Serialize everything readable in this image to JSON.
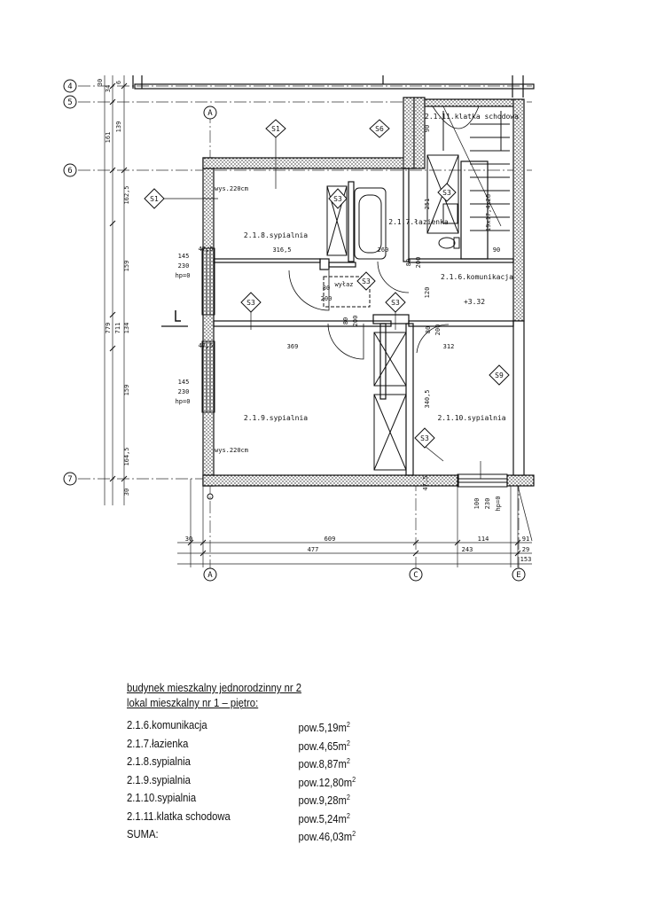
{
  "plan": {
    "axes": [
      "4",
      "5",
      "6",
      "7"
    ],
    "grid_bottom": [
      "A",
      "C",
      "E"
    ],
    "grid_top": "A",
    "rooms": {
      "r218": "2.1.8.sypialnia",
      "r217": "2.1.7.łazienka",
      "r216": "2.1.6.komunikacja",
      "r219": "2.1.9.sypialnia",
      "r2110": "2.1.10.sypialnia",
      "r2111": "2.1.11.klatka schodowa"
    },
    "symbols": {
      "s1": "S1",
      "s3": "S3",
      "s6": "S6",
      "s9": "S9"
    },
    "level": "+3.32",
    "notes": {
      "wys1": "wys.220cm",
      "wys2": "wys.220cm",
      "wylaz": "wyłaz",
      "stairs": "19x17,4x28",
      "win_a1": "145",
      "win_a2": "230",
      "win_a3": "hp=0",
      "win_b1": "145",
      "win_b2": "230",
      "win_b3": "hp=0",
      "win_c1": "100",
      "win_c2": "230",
      "win_c3": "hp=0"
    },
    "dims": {
      "d3165": "316,5",
      "d260": "260",
      "d90": "90",
      "d369": "369",
      "d312": "312",
      "d3405": "340,5",
      "d120": "120",
      "d251": "251",
      "d80a": "80",
      "d200a": "200",
      "d80b": "80",
      "d200b": "200",
      "d80c": "80",
      "d200c": "200",
      "d80d": "80",
      "d200d": "200",
      "d475a": "47,5",
      "d475b": "47,5",
      "d475c": "47,5",
      "l34": "34",
      "l6": "6",
      "l30a": "30",
      "l161": "161",
      "l1625": "162,5",
      "l159a": "159",
      "l134": "134",
      "l159b": "159",
      "l1645": "164,5",
      "l779": "779",
      "l711": "711",
      "l30b": "30",
      "l90": "90",
      "l139": "139",
      "b30": "30",
      "b609": "609",
      "b114": "114",
      "b91": "91",
      "b477": "477",
      "b243": "243",
      "b29": "29",
      "b153": "153"
    }
  },
  "legend": {
    "title1": "budynek mieszkalny jednorodzinny nr 2",
    "title2": "lokal mieszkalny nr 1 – piętro:",
    "rows": [
      {
        "name": "2.1.6.komunikacja",
        "area": "pow.5,19m",
        "sup": "2"
      },
      {
        "name": "2.1.7.łazienka",
        "area": "pow.4,65m",
        "sup": "2"
      },
      {
        "name": "2.1.8.sypialnia",
        "area": "pow.8,87m",
        "sup": "2"
      },
      {
        "name": "2.1.9.sypialnia",
        "area": "pow.12,80m",
        "sup": "2"
      },
      {
        "name": "2.1.10.sypialnia",
        "area": "pow.9,28m",
        "sup": "2"
      },
      {
        "name": "2.1.11.klatka schodowa",
        "area": "pow.5,24m",
        "sup": "2"
      },
      {
        "name": "SUMA:",
        "area": "pow.46,03m",
        "sup": "2"
      }
    ]
  }
}
